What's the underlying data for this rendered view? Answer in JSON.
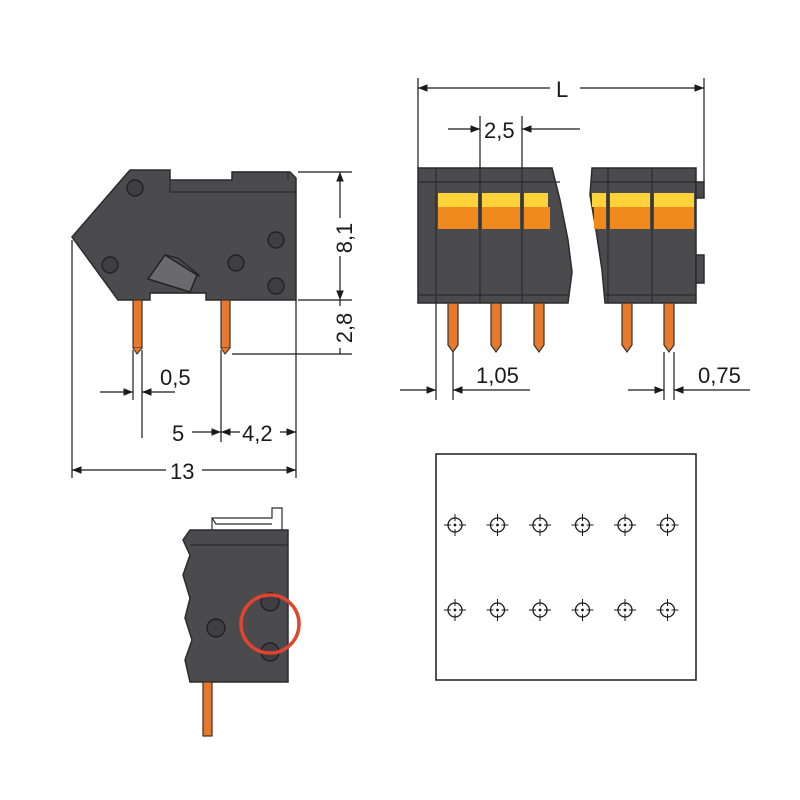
{
  "dimensions": {
    "length_label": "L",
    "pitch": "2,5",
    "height": "8,1",
    "pin_length": "2,8",
    "pin_width": "0,5",
    "pin_offset": "5",
    "pin_spacing": "4,2",
    "depth": "13",
    "side_offset": "1,05",
    "right_offset": "0,75"
  },
  "colors": {
    "housing": "#4b4b4d",
    "lever_top": "#ffd23a",
    "lever_bottom": "#f08a1e",
    "pin": "#e8782a",
    "marker_circle": "#e0452f",
    "line": "#1a1a1a"
  },
  "pcb_layout": {
    "rows": 2,
    "columns": 6
  }
}
